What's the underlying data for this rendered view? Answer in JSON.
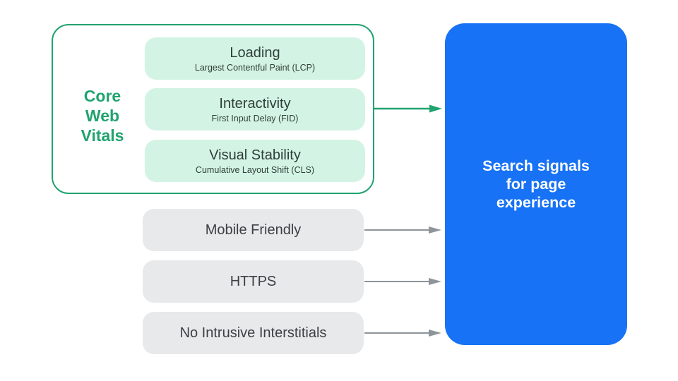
{
  "colors": {
    "background": "#ffffff",
    "green": "#20a36f",
    "green_light": "#d3f4e4",
    "green_pill_text": "#2f3e37",
    "gray_pill": "#e8e9ea",
    "gray_text": "#3c4043",
    "gray_arrow": "#8e9499",
    "blue": "#1772f5",
    "white_text": "#ffffff"
  },
  "core_web_vitals": {
    "label": "Core\nWeb\nVitals",
    "items": [
      {
        "title": "Loading",
        "subtitle": "Largest Contentful Paint (LCP)"
      },
      {
        "title": "Interactivity",
        "subtitle": "First Input Delay (FID)"
      },
      {
        "title": "Visual Stability",
        "subtitle": "Cumulative Layout Shift (CLS)"
      }
    ]
  },
  "other_signals": [
    {
      "label": "Mobile Friendly"
    },
    {
      "label": "HTTPS"
    },
    {
      "label": "No Intrusive Interstitials"
    }
  ],
  "result_box": {
    "label": "Search signals\nfor page\nexperience"
  }
}
